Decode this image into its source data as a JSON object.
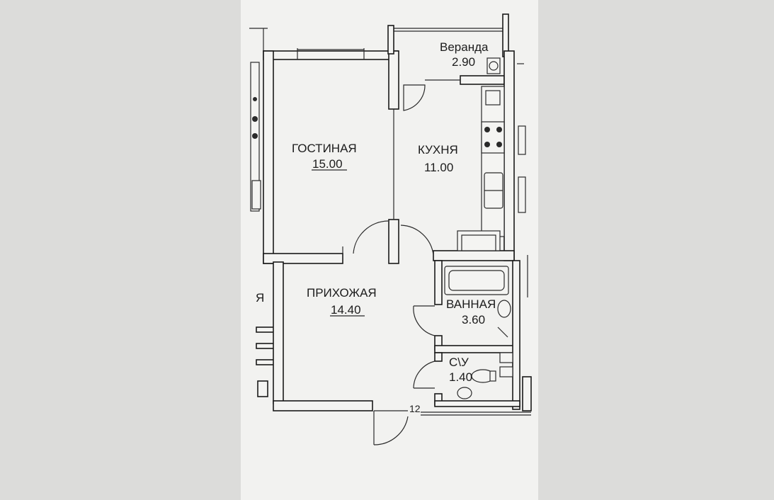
{
  "rooms": [
    {
      "name": "Веранда",
      "area": "2.90"
    },
    {
      "name": "ГОСТИНАЯ",
      "area": "15.00"
    },
    {
      "name": "КУХНЯ",
      "area": "11.00"
    },
    {
      "name": "ПРИХОЖАЯ",
      "area": "14.40"
    },
    {
      "name": "ВАННАЯ",
      "area": "3.60"
    },
    {
      "name": "С\\У",
      "area": "1.40"
    }
  ],
  "marks": {
    "stair_number": "12",
    "edge_letter": "Я"
  }
}
